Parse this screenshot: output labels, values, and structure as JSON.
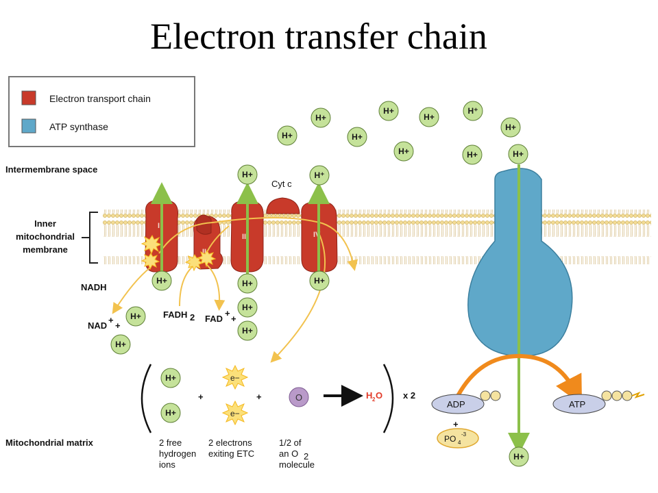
{
  "title": "Electron transfer chain",
  "legend": {
    "items": [
      {
        "label": "Electron transport chain",
        "color": "#c83a2a"
      },
      {
        "label": "ATP synthase",
        "color": "#5fa8c9"
      }
    ]
  },
  "regions": {
    "intermembrane": "Intermembrane space",
    "inner_membrane": [
      "Inner",
      "mitochondrial",
      "membrane"
    ],
    "matrix": "Mitochondrial matrix"
  },
  "complexes": [
    "I",
    "II",
    "III",
    "IV"
  ],
  "cyt_c": "Cyt c",
  "proton": "H+",
  "proton_sup": "H⁺",
  "nadh": "NADH",
  "nad": "NAD",
  "fadh2": "FADH",
  "fad": "FAD",
  "electron": "e−",
  "oxygen": "O",
  "water": "H",
  "times": "x 2",
  "adp": "ADP",
  "atp": "ATP",
  "phosphate": "PO",
  "captions": {
    "protons": [
      "2 free",
      "hydrogen",
      "ions"
    ],
    "electrons": [
      "2 electrons",
      "exiting ETC"
    ],
    "oxygen": [
      "1/2 of",
      "an O",
      "molecule"
    ]
  },
  "colors": {
    "membrane": "#f0d58c",
    "complex": "#c83a2a",
    "synthase": "#5fa8c9",
    "proton": "#c5e29a",
    "arrow_green": "#8cc04a",
    "arrow_yellow": "#f2c24e",
    "arrow_orange": "#f08a1c",
    "oxygen": "#b99ac9",
    "adp": "#c9cfe8"
  }
}
